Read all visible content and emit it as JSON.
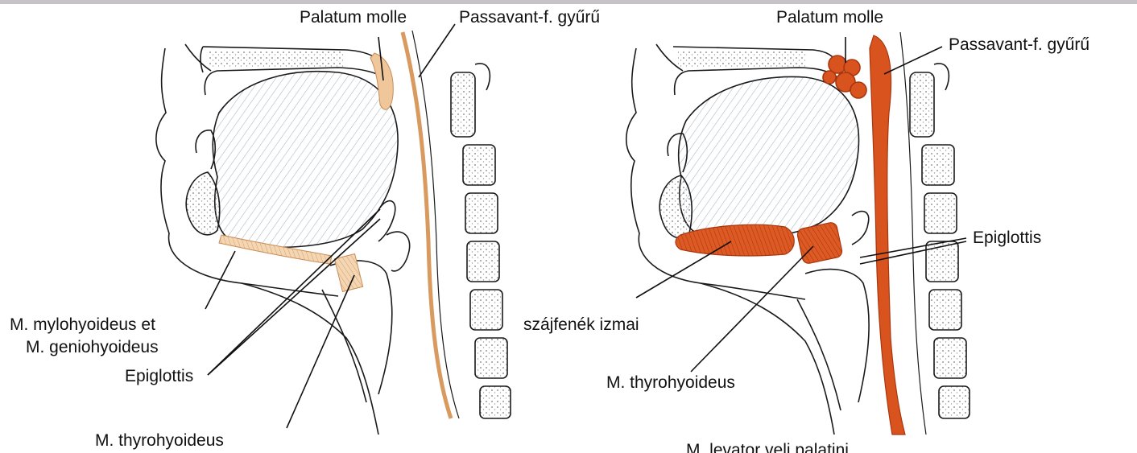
{
  "colors": {
    "relaxed_muscle": "#e8b887",
    "relaxed_muscle_light": "#f3d7b5",
    "contracted_muscle": "#d9531f",
    "contracted_muscle_dark": "#b83a12",
    "line": "#1a1a1a",
    "tongue": "#c9d2da",
    "bone_dots": "#7a7a7a",
    "top_bar": "#c6c3c8"
  },
  "left_panel": {
    "labels": {
      "palatum_molle": "Palatum molle",
      "passavant": "Passavant-f. gyűrű",
      "mylohyoideus_1": "M. mylohyoideus et",
      "mylohyoideus_2": "M. geniohyoideus",
      "epiglottis": "Epiglottis",
      "thyrohyoideus": "M. thyrohyoideus"
    }
  },
  "right_panel": {
    "labels": {
      "palatum_molle": "Palatum molle",
      "passavant": "Passavant-f. gyűrű",
      "epiglottis": "Epiglottis",
      "szajfenek": "szájfenék izmai",
      "thyrohyoideus": "M. thyrohyoideus",
      "levator": "M. levator veli palatini"
    }
  }
}
